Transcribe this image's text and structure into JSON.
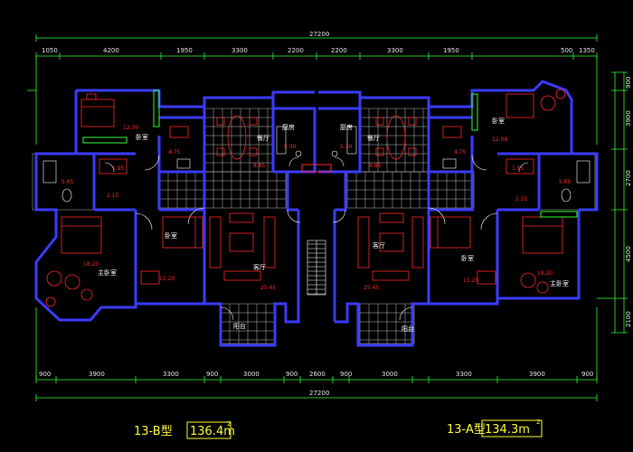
{
  "colors": {
    "background": "#000000",
    "wall": "#3b3bff",
    "dimension": "#33ff33",
    "furniture": "#ff2a2a",
    "grid": "#c8c8c8",
    "fixtures": "#ffffff",
    "label": "#ffff33",
    "accent": "#00ffff"
  },
  "dimensions": {
    "overall_top": "27200",
    "overall_bottom": "27200",
    "top": [
      "1050",
      "4200",
      "1950",
      "3300",
      "2200",
      "2200",
      "3300",
      "1950",
      "500",
      "1350"
    ],
    "bottom": [
      "900",
      "3900",
      "3300",
      "900",
      "3000",
      "900",
      "2600",
      "900",
      "3000",
      "3300",
      "3900",
      "900"
    ],
    "right": [
      "900",
      "3900",
      "2700",
      "4500",
      "2100"
    ]
  },
  "rooms": {
    "left_bedroom_top": {
      "name": "卧室",
      "area": "12.30"
    },
    "left_bath": {
      "name": "",
      "area": "5.65"
    },
    "left_kitchen": {
      "name": "厨房",
      "area": "5.30"
    },
    "left_dining": {
      "name": "餐厅",
      "area": "8.85"
    },
    "left_master": {
      "name": "主卧室",
      "area": "18.20"
    },
    "left_bedroom": {
      "name": "卧室",
      "area": "11.20"
    },
    "left_living": {
      "name": "客厅",
      "area": "25.45"
    },
    "left_balcony": {
      "name": "阳台",
      "area": ""
    },
    "right_kitchen": {
      "name": "厨房",
      "area": "5.30"
    },
    "right_dining": {
      "name": "餐厅",
      "area": "8.85"
    },
    "right_bedroom_top": {
      "name": "卧室",
      "area": "12.08"
    },
    "right_living": {
      "name": "客厅",
      "area": "25.45"
    },
    "right_bedroom": {
      "name": "卧室",
      "area": "11.20"
    },
    "right_master": {
      "name": "主卧室",
      "area": "18.20"
    },
    "right_balcony": {
      "name": "阳台",
      "area": ""
    }
  },
  "small_areas": [
    "1.95",
    "4.75",
    "2.15",
    "1.95",
    "4.75",
    "2.15",
    "5.65"
  ],
  "unit_labels": {
    "left": {
      "type": "13-B型",
      "area": "136.4m",
      "sup": "2"
    },
    "right": {
      "type": "13-A型",
      "area": "134.3m",
      "sup": "2"
    }
  }
}
